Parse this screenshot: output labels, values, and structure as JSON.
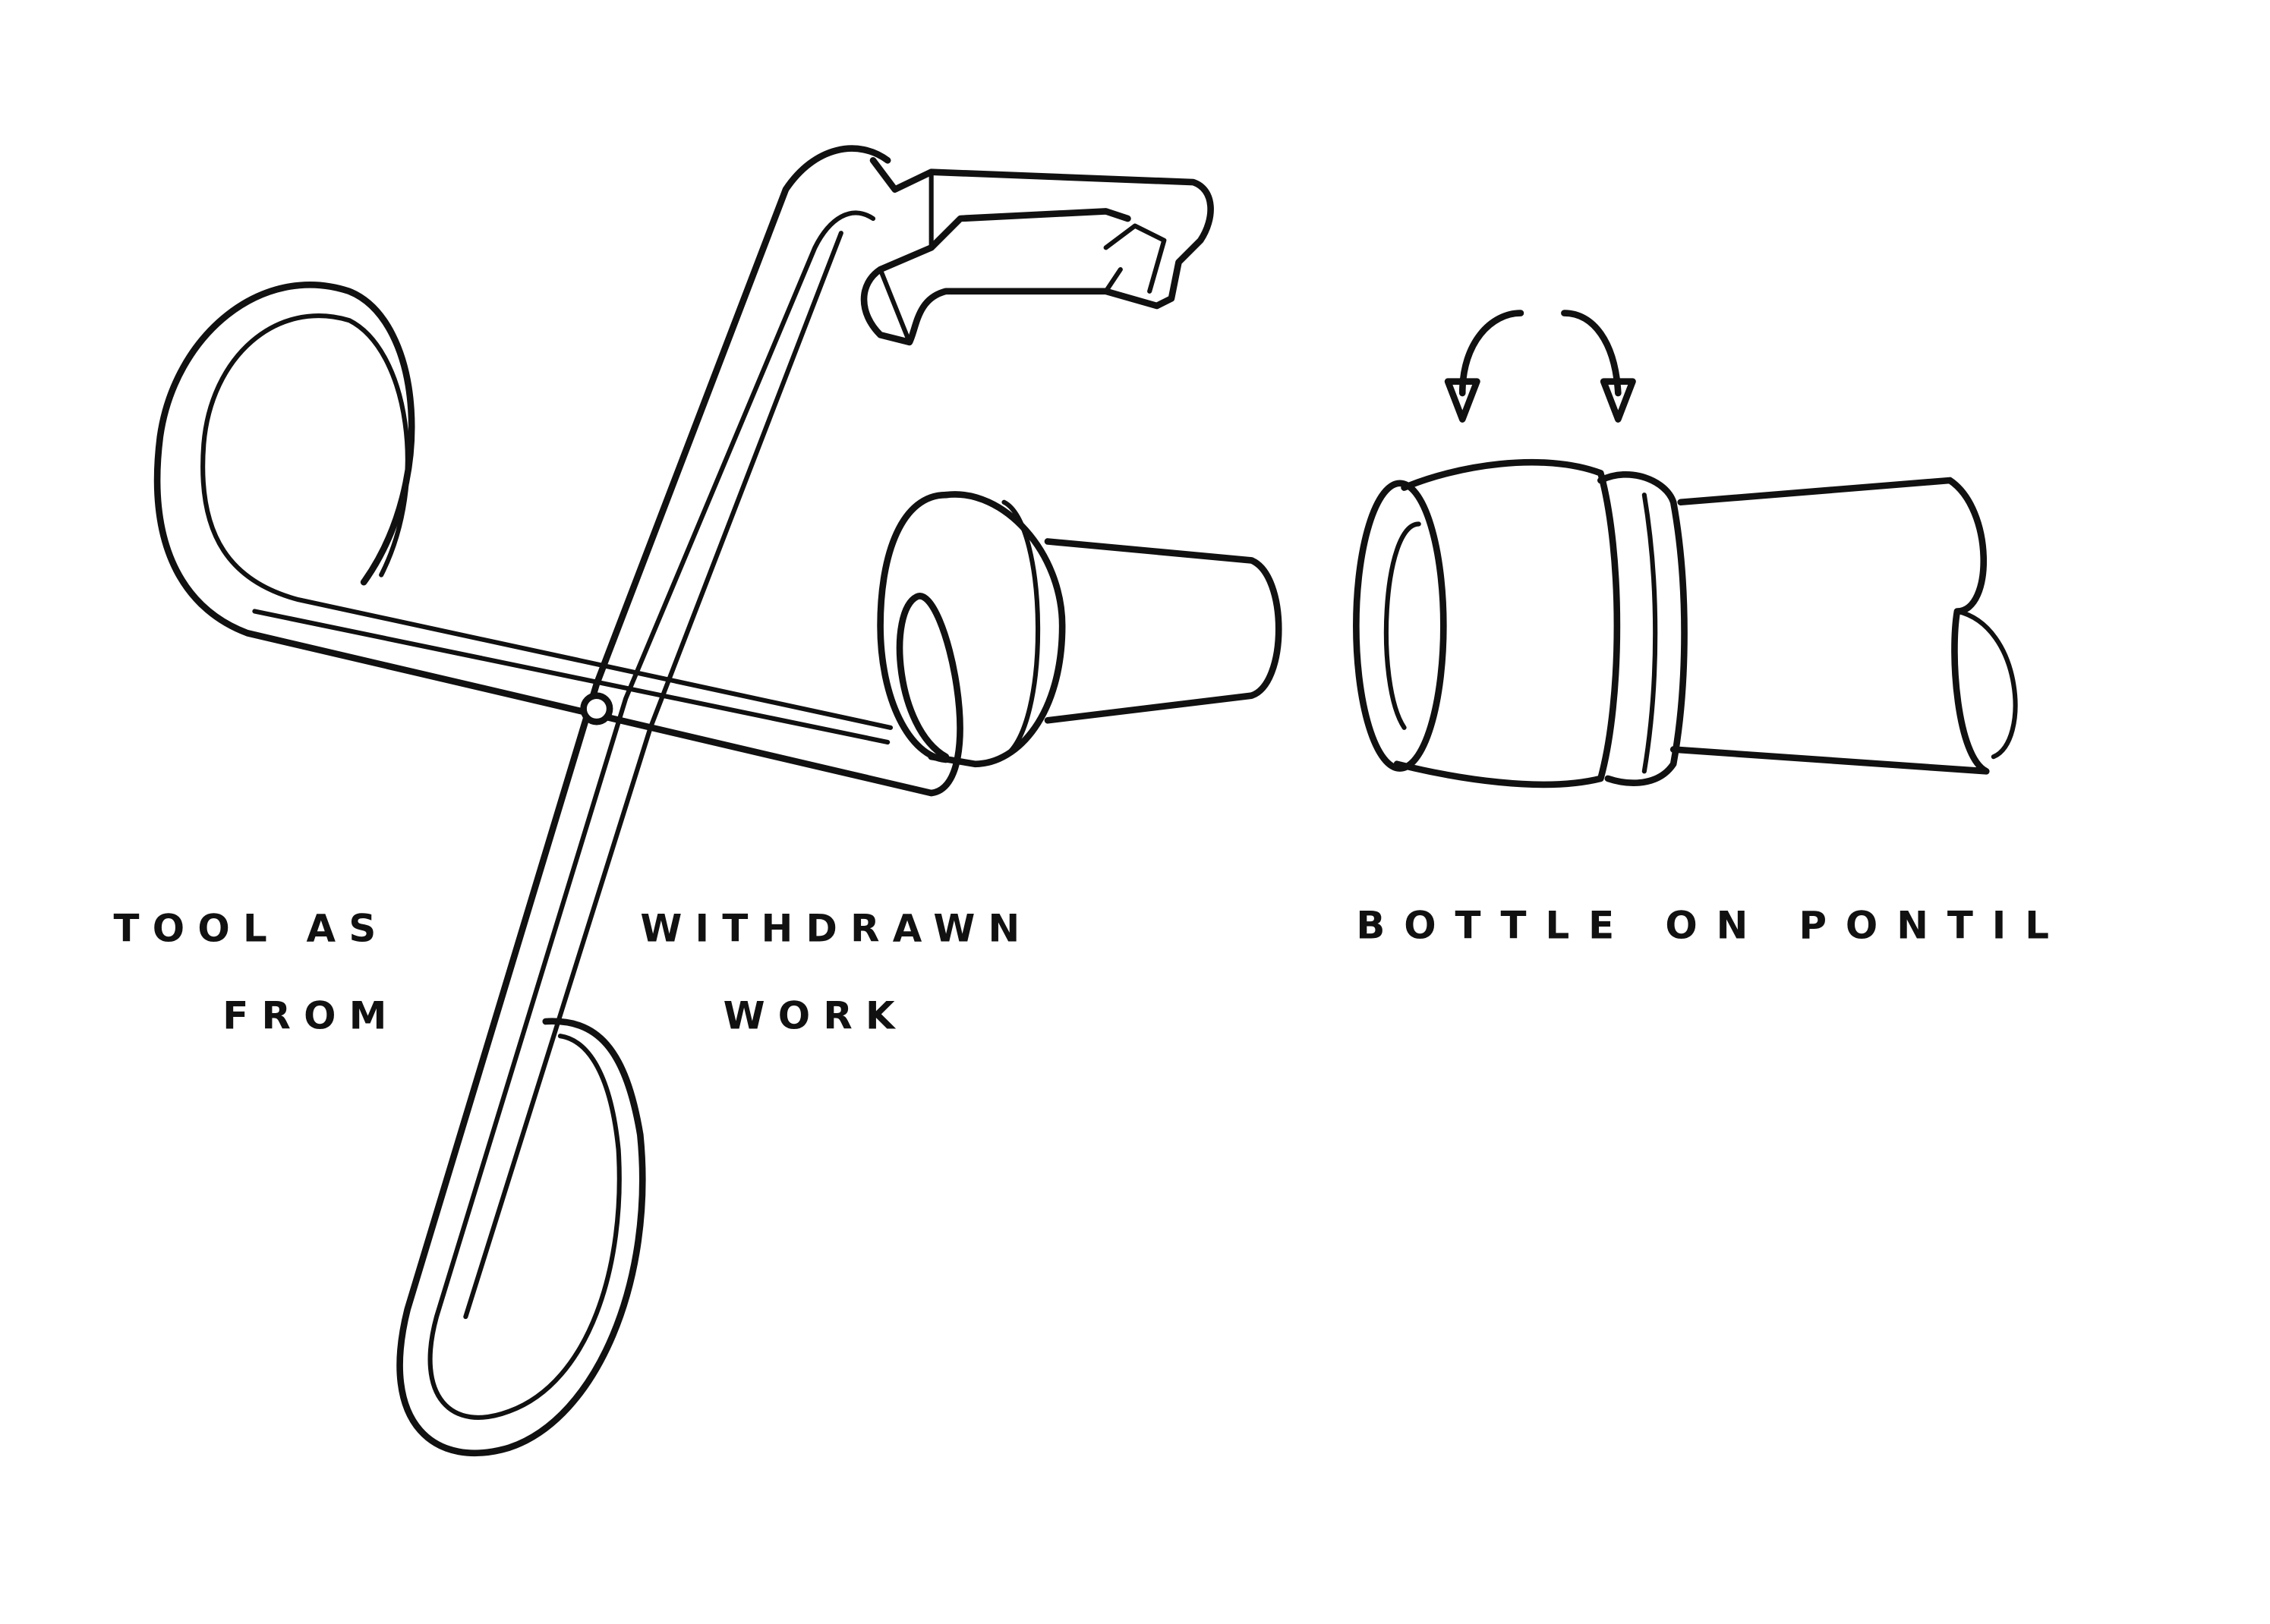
{
  "figure": {
    "left_caption": {
      "line1_left": "TOOL AS",
      "line1_right": "WITHDRAWN",
      "line2_left": "FROM",
      "line2_right": "WORK"
    },
    "right_caption": "BOTTLE ON PONTIL",
    "colors": {
      "ink": "#111111",
      "background": "#ffffff"
    }
  }
}
